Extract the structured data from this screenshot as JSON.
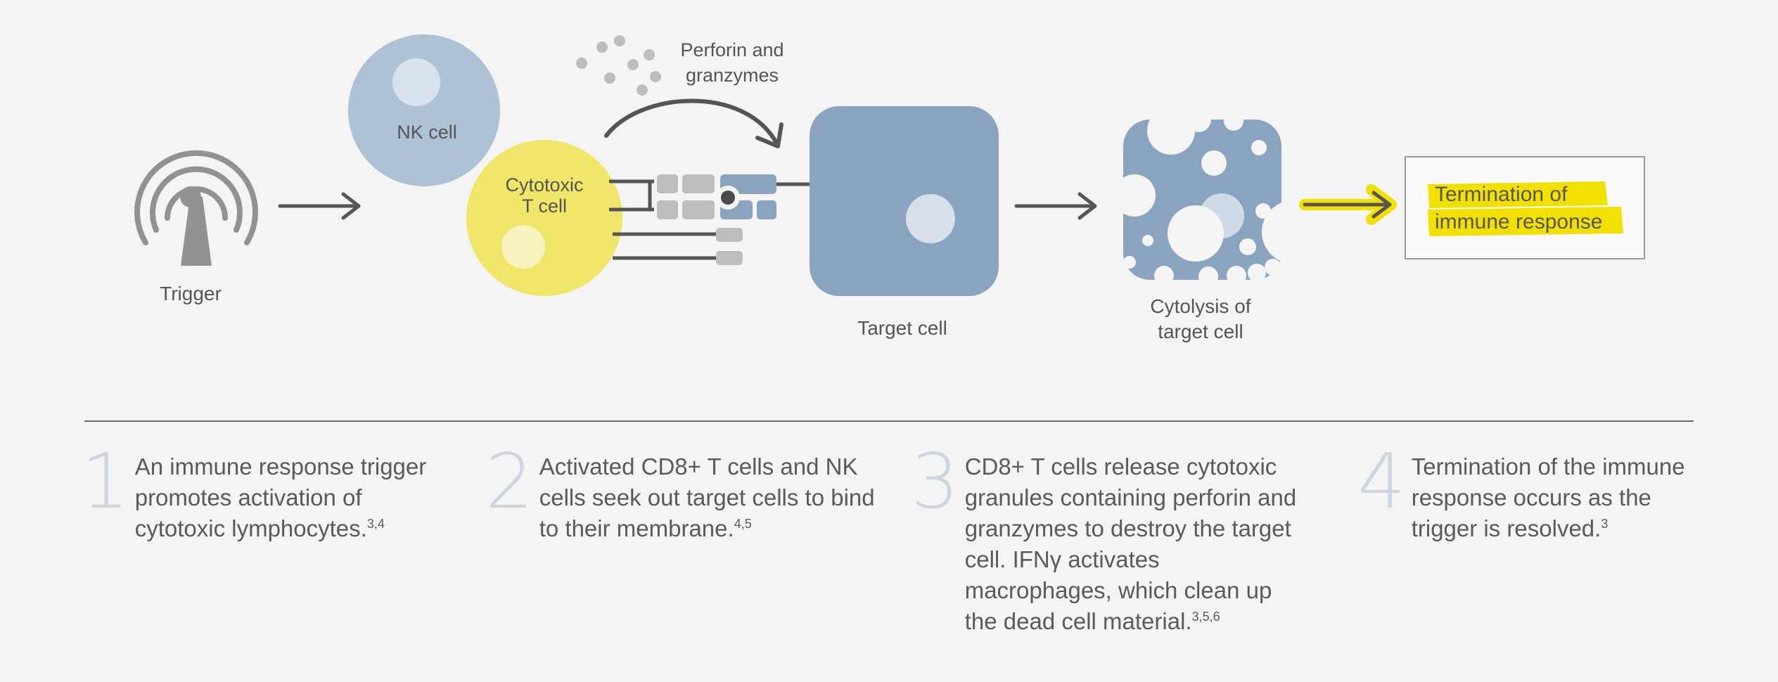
{
  "colors": {
    "background": "#f4f4f4",
    "nk_cell": "#adc2d4",
    "t_cell": "#f0e66a",
    "target_cell": "#8aa4c0",
    "highlight": "#f2e000",
    "arrow": "#555555",
    "trigger_icon": "#929292",
    "granules": "#bdbdbd",
    "step_number": "#cdd5de"
  },
  "diagram": {
    "trigger_label": "Trigger",
    "nk_cell_label": "NK cell",
    "t_cell_label_line1": "Cytotoxic",
    "t_cell_label_line2": "T cell",
    "perforin_line1": "Perforin and",
    "perforin_line2": "granzymes",
    "target_cell_label": "Target cell",
    "cytolysis_line1": "Cytolysis of",
    "cytolysis_line2": "target cell",
    "termination_line1": "Termination of",
    "termination_line2": "immune response"
  },
  "steps": [
    {
      "number": "1",
      "text": "An immune response trigger promotes activation of cytotoxic lymphocytes.",
      "refs": "3,4"
    },
    {
      "number": "2",
      "text": "Activated CD8+ T cells and NK cells seek out target cells to bind to their membrane.",
      "refs": "4,5"
    },
    {
      "number": "3",
      "text": "CD8+ T cells release cytotoxic granules containing perforin and granzymes to destroy the target cell. IFNγ activates macrophages, which clean up the dead cell material.",
      "refs": "3,5,6"
    },
    {
      "number": "4",
      "text": "Termination of the immune response occurs as the trigger is resolved.",
      "refs": "3"
    }
  ]
}
